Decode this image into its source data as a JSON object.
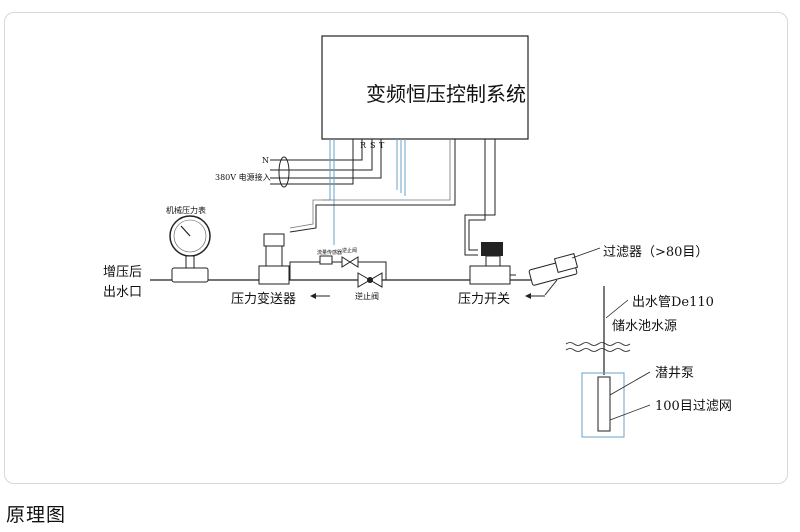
{
  "diagram": {
    "control_box_title": "变频恒压控制系统",
    "phase_labels": [
      "R",
      "S",
      "T"
    ],
    "neutral_label": "N",
    "power_supply": "380V 电源接入",
    "gauge_label": "机械压力表",
    "outlet_label": [
      "增压后",
      "出水口"
    ],
    "transmitter_label": "压力变送器",
    "small_labels": [
      "流量传感器",
      "逆止阀"
    ],
    "check_valve_label": "逆止阀",
    "pressure_switch_label": "压力开关",
    "filter_label": "过滤器（>80目）",
    "pipe_label": "出水管De110",
    "reservoir_label": "储水池水源",
    "pump_label": "潜井泵",
    "screen_label": "100目过滤网"
  },
  "caption": "原理图"
}
